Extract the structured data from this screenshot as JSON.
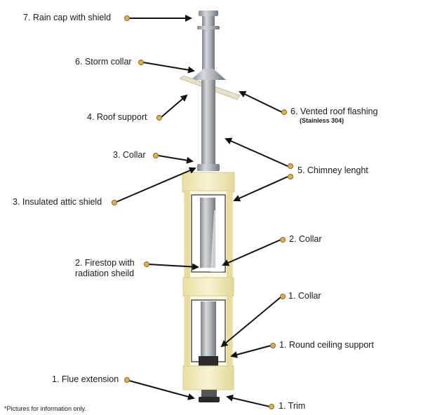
{
  "labels": {
    "rain_cap": "7. Rain cap with shield",
    "storm_collar": "6. Storm collar",
    "roof_support": "4. Roof support",
    "vented_flashing": "6. Vented roof flashing",
    "vented_flashing_sub": "(Stainless 304)",
    "collar_3": "3. Collar",
    "chimney_length": "5. Chimney lenght",
    "attic_shield": "3. Insulated attic shield",
    "collar_2": "2. Collar",
    "firestop_line1": "2. Firestop with",
    "firestop_line2": "radiation sheild",
    "collar_1": "1. Collar",
    "ceiling_support": "1. Round ceiling support",
    "flue_extension": "1. Flue extension",
    "trim": "1. Trim"
  },
  "footnote": "*Pictures for information only.",
  "colors": {
    "pipe": "#b9bec3",
    "pipe_dark": "#8e959b",
    "insulation": "#f3efc2",
    "insulation_edge": "#d9d19a",
    "dot": "#e2b04a",
    "arrow": "#111111"
  }
}
